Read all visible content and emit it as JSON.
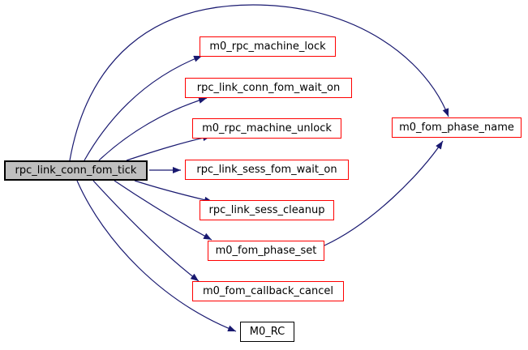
{
  "diagram_type": "doxygen-call-graph",
  "colors": {
    "edge": "#191970",
    "highlight_border": "#ff0000",
    "default_border": "#000000",
    "node_fill": "#ffffff",
    "root_fill": "#bfbfbf",
    "text": "#000000",
    "background": "#ffffff"
  },
  "nodes": {
    "root": "rpc_link_conn_fom_tick",
    "machine_lock": "m0_rpc_machine_lock",
    "conn_fom_wait_on": "rpc_link_conn_fom_wait_on",
    "machine_unlock": "m0_rpc_machine_unlock",
    "sess_fom_wait_on": "rpc_link_sess_fom_wait_on",
    "sess_cleanup": "rpc_link_sess_cleanup",
    "phase_set": "m0_fom_phase_set",
    "callback_cancel": "m0_fom_callback_cancel",
    "m0_rc": "M0_RC",
    "phase_name": "m0_fom_phase_name"
  },
  "edges": [
    {
      "from": "rpc_link_conn_fom_tick",
      "to": "m0_fom_phase_name"
    },
    {
      "from": "rpc_link_conn_fom_tick",
      "to": "m0_rpc_machine_lock"
    },
    {
      "from": "rpc_link_conn_fom_tick",
      "to": "rpc_link_conn_fom_wait_on"
    },
    {
      "from": "rpc_link_conn_fom_tick",
      "to": "m0_rpc_machine_unlock"
    },
    {
      "from": "rpc_link_conn_fom_tick",
      "to": "rpc_link_sess_fom_wait_on"
    },
    {
      "from": "rpc_link_conn_fom_tick",
      "to": "rpc_link_sess_cleanup"
    },
    {
      "from": "rpc_link_conn_fom_tick",
      "to": "m0_fom_phase_set"
    },
    {
      "from": "rpc_link_conn_fom_tick",
      "to": "m0_fom_callback_cancel"
    },
    {
      "from": "rpc_link_conn_fom_tick",
      "to": "M0_RC"
    },
    {
      "from": "m0_fom_phase_set",
      "to": "m0_fom_phase_name"
    }
  ]
}
